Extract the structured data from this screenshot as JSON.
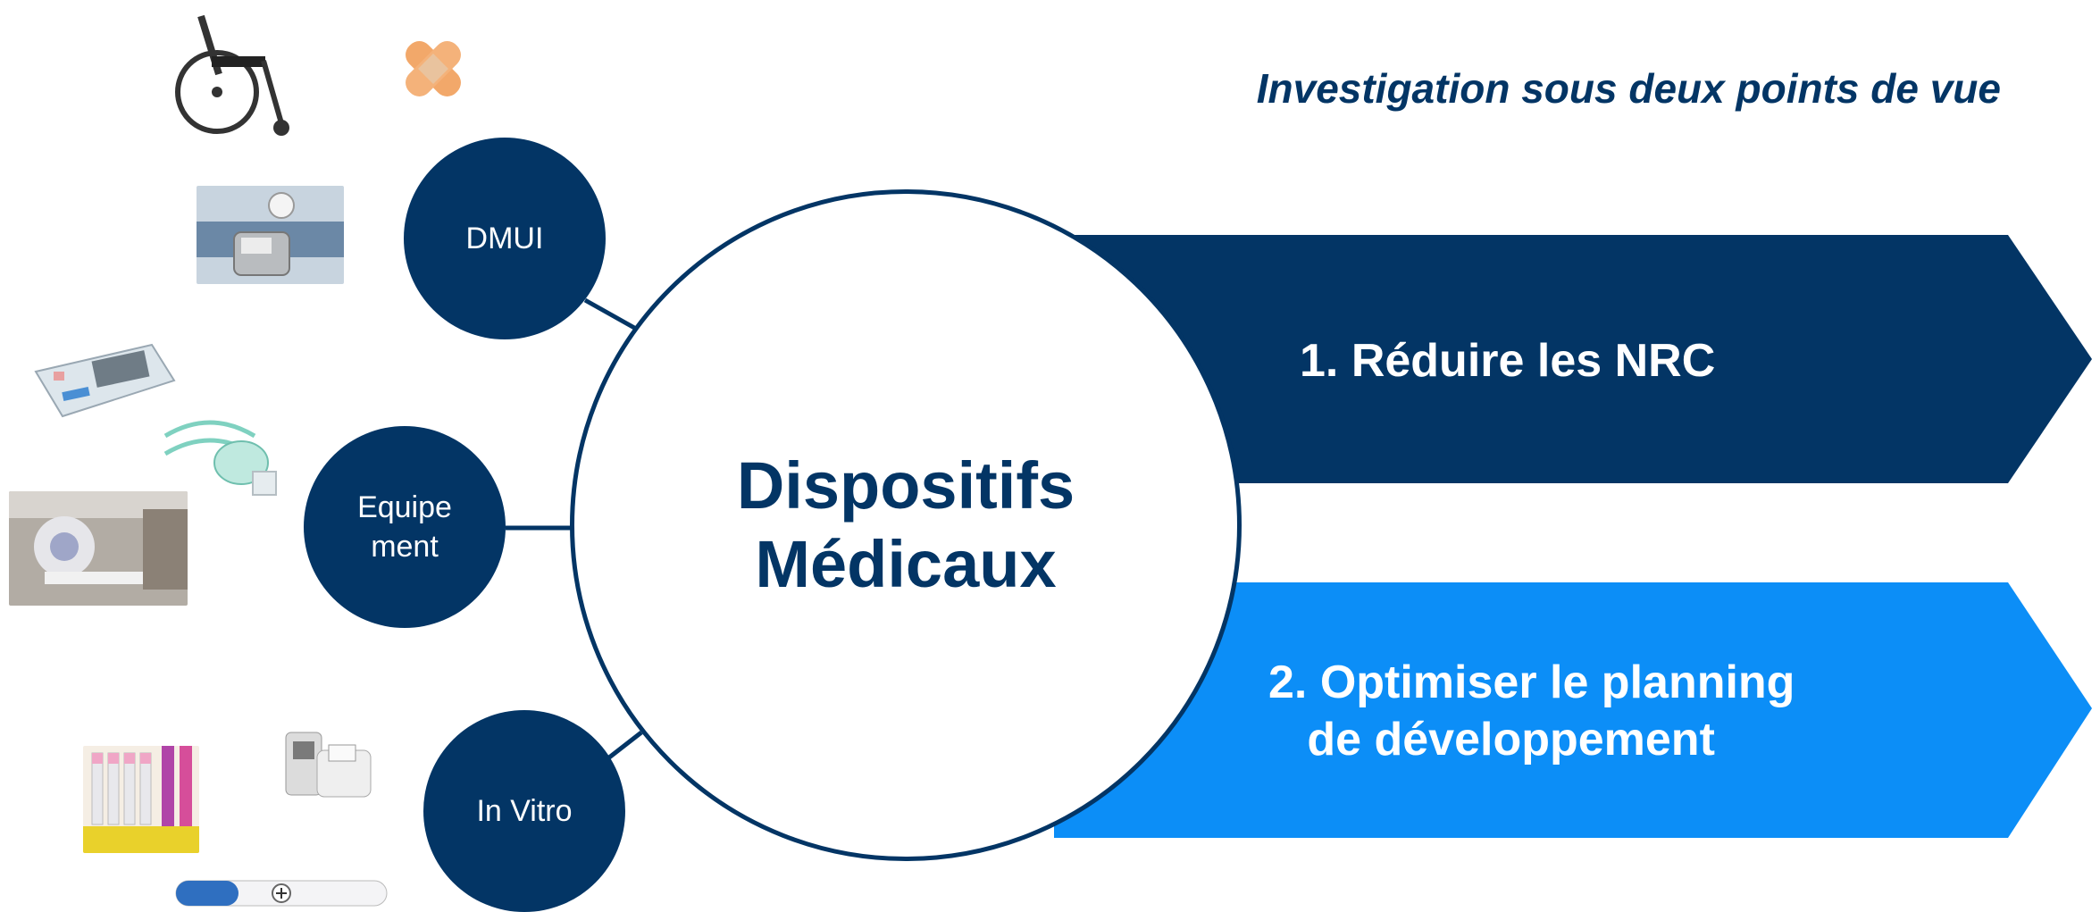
{
  "colors": {
    "navy": "#033565",
    "light_blue": "#0c8ef7"
  },
  "heading": "Investigation sous deux points de vue",
  "hub": {
    "title": "Dispositifs\nMédicaux"
  },
  "nodes": [
    {
      "label": "DMUI",
      "icon": "bandage-icon"
    },
    {
      "label": "Equipe\nment",
      "icon": "ecg-device-icon"
    },
    {
      "label": "In Vitro",
      "icon": "test-tubes-icon"
    }
  ],
  "arrows": [
    {
      "label": "1. Réduire les NRC"
    },
    {
      "label": "2. Optimiser le planning\n   de développement"
    }
  ]
}
